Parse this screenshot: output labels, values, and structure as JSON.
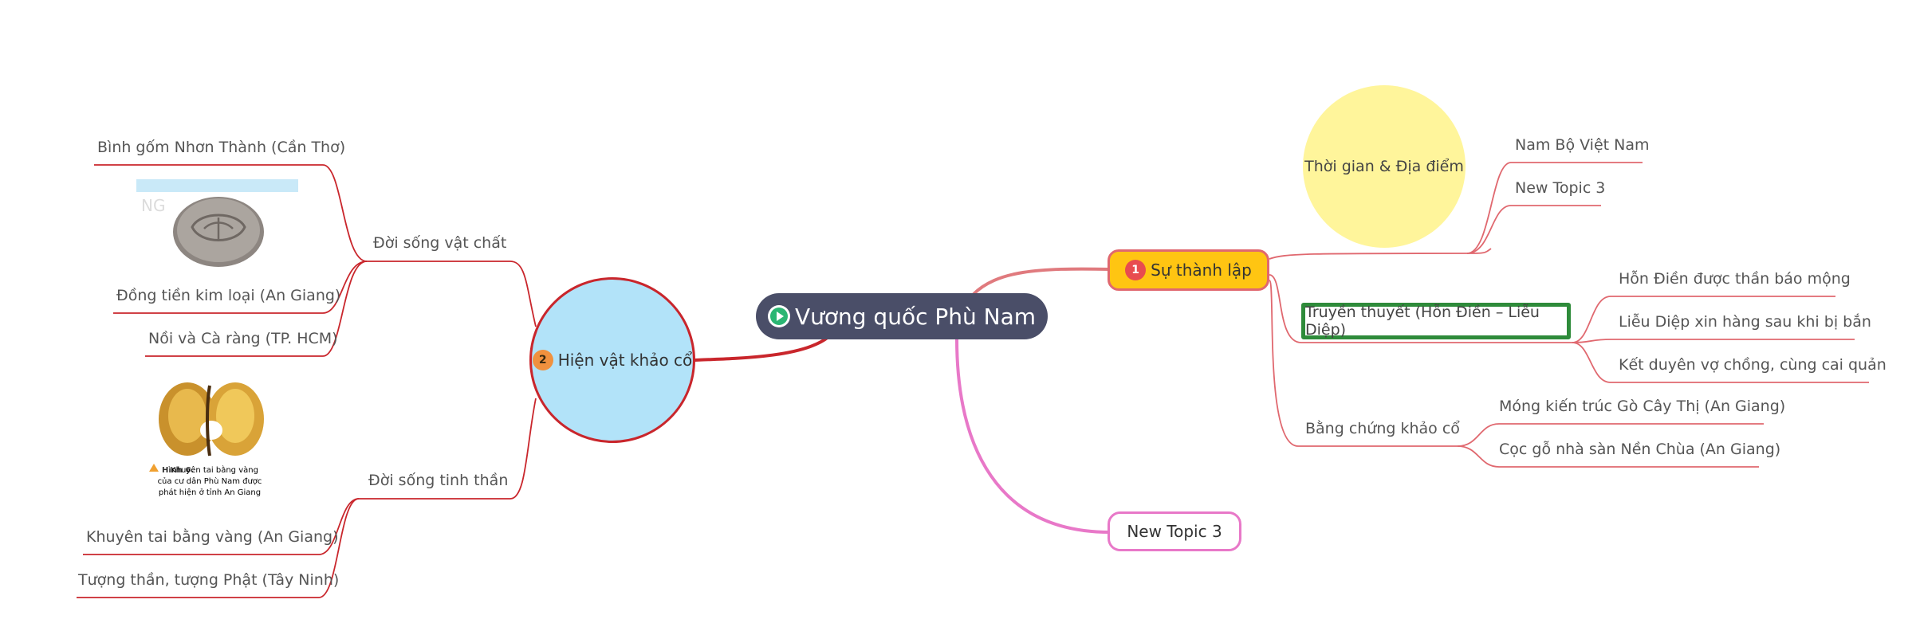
{
  "central": {
    "title": "Vương quốc Phù Nam",
    "icon": "play-icon"
  },
  "colors": {
    "central_bg": "#4a4e68",
    "founding_fill": "#ffc512",
    "founding_border": "#e0686f",
    "artifacts_fill": "#b2e3f9",
    "artifacts_border": "#c9262c",
    "time_circle_fill": "#fff59b",
    "legend_border": "#2e8b3a",
    "newtopic_border": "#e878c8"
  },
  "founding": {
    "badge": "1",
    "label": "Sự thành lập",
    "time_place": {
      "label": "Thời gian & Địa điểm",
      "children": [
        "Nam Bộ Việt Nam",
        "New Topic 3"
      ]
    },
    "legend": {
      "label": "Truyền thuyết (Hỗn Điền – Liễu Diệp)",
      "children": [
        "Hỗn Điền được thần báo mộng",
        "Liễu Diệp xin hàng sau khi bị bắn",
        "Kết duyên vợ chồng, cùng cai quản"
      ]
    },
    "evidence": {
      "label": "Bằng chứng khảo cổ",
      "children": [
        "Móng kiến trúc Gò Cây Thị (An Giang)",
        "Cọc gỗ nhà sàn Nền Chùa (An Giang)"
      ]
    }
  },
  "artifacts": {
    "badge": "2",
    "label": "Hiện vật khảo cổ",
    "material": {
      "label": "Đời sống vật chất",
      "children": [
        "Bình gốm Nhơn Thành (Cần Thơ)",
        "Đồng tiền kim loại (An Giang)",
        "Nồi và Cà ràng (TP. HCM)"
      ]
    },
    "spiritual": {
      "label": "Đời sống tinh thần",
      "children": [
        "Khuyên tai bằng vàng (An Giang)",
        "Tượng thần, tượng Phật (Tây Ninh)"
      ],
      "image_caption": [
        "Hình 6.",
        "Khuyên tai bằng vàng",
        "của cư dân Phù Nam được",
        "phát hiện ở tỉnh An Giang"
      ]
    }
  },
  "new_topic": {
    "label": "New Topic 3"
  }
}
